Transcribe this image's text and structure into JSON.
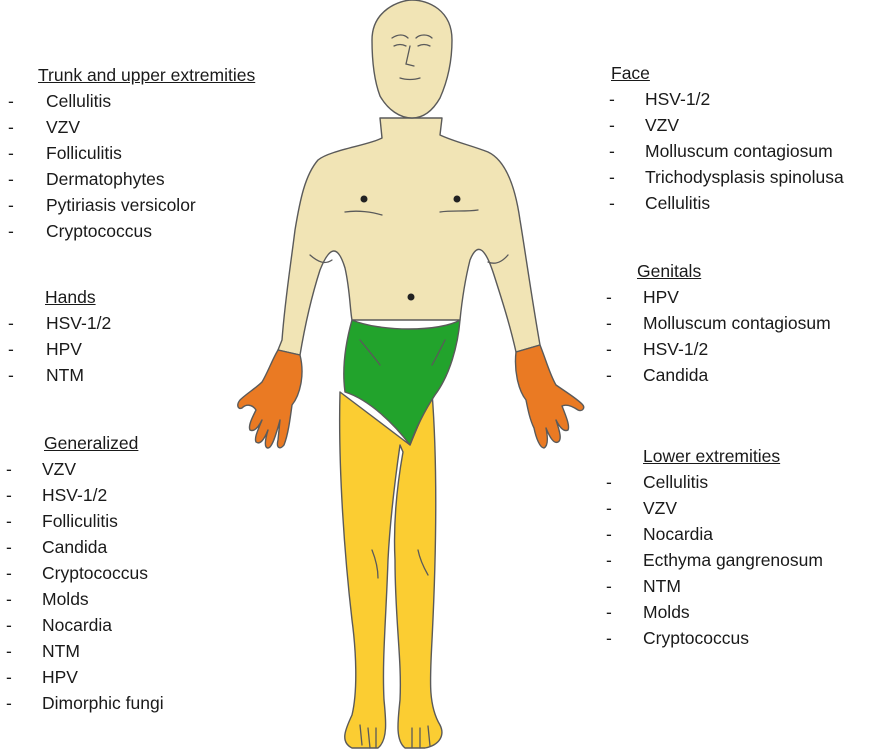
{
  "colors": {
    "skin": "#f1e4b5",
    "genitals": "#22a32c",
    "hands": "#ea7a23",
    "lower_extremities": "#fbcd32",
    "outline": "#5a5a5a"
  },
  "regions": {
    "trunk": {
      "heading": "Trunk and upper extremities",
      "items": [
        "Cellulitis",
        "VZV",
        "Folliculitis",
        "Dermatophytes",
        "Pytiriasis versicolor",
        "Cryptococcus"
      ]
    },
    "hands": {
      "heading": "Hands",
      "items": [
        "HSV-1/2",
        "HPV",
        "NTM"
      ]
    },
    "generalized": {
      "heading": "Generalized",
      "items": [
        "VZV",
        "HSV-1/2",
        "Folliculitis",
        "Candida",
        "Cryptococcus",
        "Molds",
        "Nocardia",
        "NTM",
        "HPV",
        "Dimorphic fungi"
      ]
    },
    "face": {
      "heading": "Face",
      "items": [
        "HSV-1/2",
        "VZV",
        "Molluscum contagiosum",
        "Trichodysplasis spinolusa",
        "Cellulitis"
      ]
    },
    "genitals": {
      "heading": "Genitals",
      "items": [
        "HPV",
        "Molluscum contagiosum",
        "HSV-1/2",
        "Candida"
      ]
    },
    "lower": {
      "heading": "Lower extremities",
      "items": [
        "Cellulitis",
        "VZV",
        "Nocardia",
        "Ecthyma gangrenosum",
        "NTM",
        "Molds",
        "Cryptococcus"
      ]
    }
  }
}
